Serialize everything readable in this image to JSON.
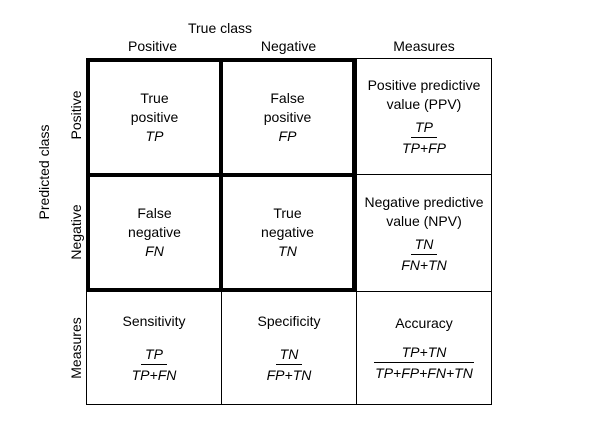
{
  "header": {
    "true_class": "True class",
    "col_positive": "Positive",
    "col_negative": "Negative",
    "col_measures": "Measures"
  },
  "side": {
    "predicted_class": "Predicted class",
    "row_positive": "Positive",
    "row_negative": "Negative",
    "row_measures": "Measures"
  },
  "cells": {
    "tp": {
      "line1": "True",
      "line2": "positive",
      "abbr": "TP"
    },
    "fp": {
      "line1": "False",
      "line2": "positive",
      "abbr": "FP"
    },
    "fn": {
      "line1": "False",
      "line2": "negative",
      "abbr": "FN"
    },
    "tn": {
      "line1": "True",
      "line2": "negative",
      "abbr": "TN"
    }
  },
  "measures": {
    "ppv": {
      "line1": "Positive predictive",
      "line2": "value (PPV)",
      "num": "TP",
      "den": "TP+FP"
    },
    "npv": {
      "line1": "Negative predictive",
      "line2": "value (NPV)",
      "num": "TN",
      "den": "FN+TN"
    },
    "sensitivity": {
      "label": "Sensitivity",
      "num": "TP",
      "den": "TP+FN"
    },
    "specificity": {
      "label": "Specificity",
      "num": "TN",
      "den": "FP+TN"
    },
    "accuracy": {
      "label": "Accuracy",
      "num": "TP+TN",
      "den": "TP+FP+FN+TN"
    }
  }
}
